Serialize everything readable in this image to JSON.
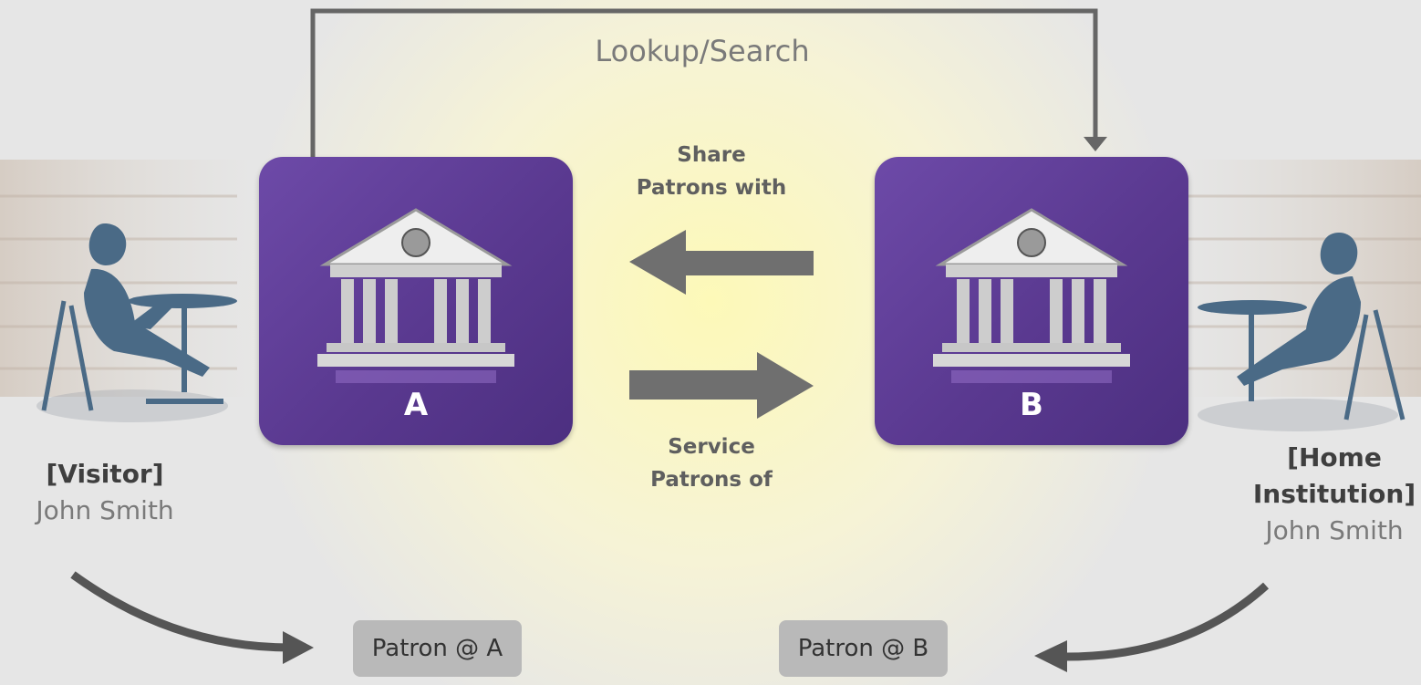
{
  "lookup_label": "Lookup/Search",
  "share_label": [
    "Share",
    "Patrons with"
  ],
  "service_label": [
    "Service",
    "Patrons of"
  ],
  "institution_a": {
    "letter": "A"
  },
  "institution_b": {
    "letter": "B"
  },
  "visitor": {
    "role": "[Visitor]",
    "name": "John Smith"
  },
  "home": {
    "role_line1": "[Home",
    "role_line2": "Institution]",
    "name": "John Smith"
  },
  "patron_a": "Patron @ A",
  "patron_b": "Patron @ B",
  "colors": {
    "box_purple": "#5a3990",
    "arrow_gray": "#6f6f6f",
    "connector_gray": "#666666",
    "patron_box": "#b9b9b9"
  }
}
